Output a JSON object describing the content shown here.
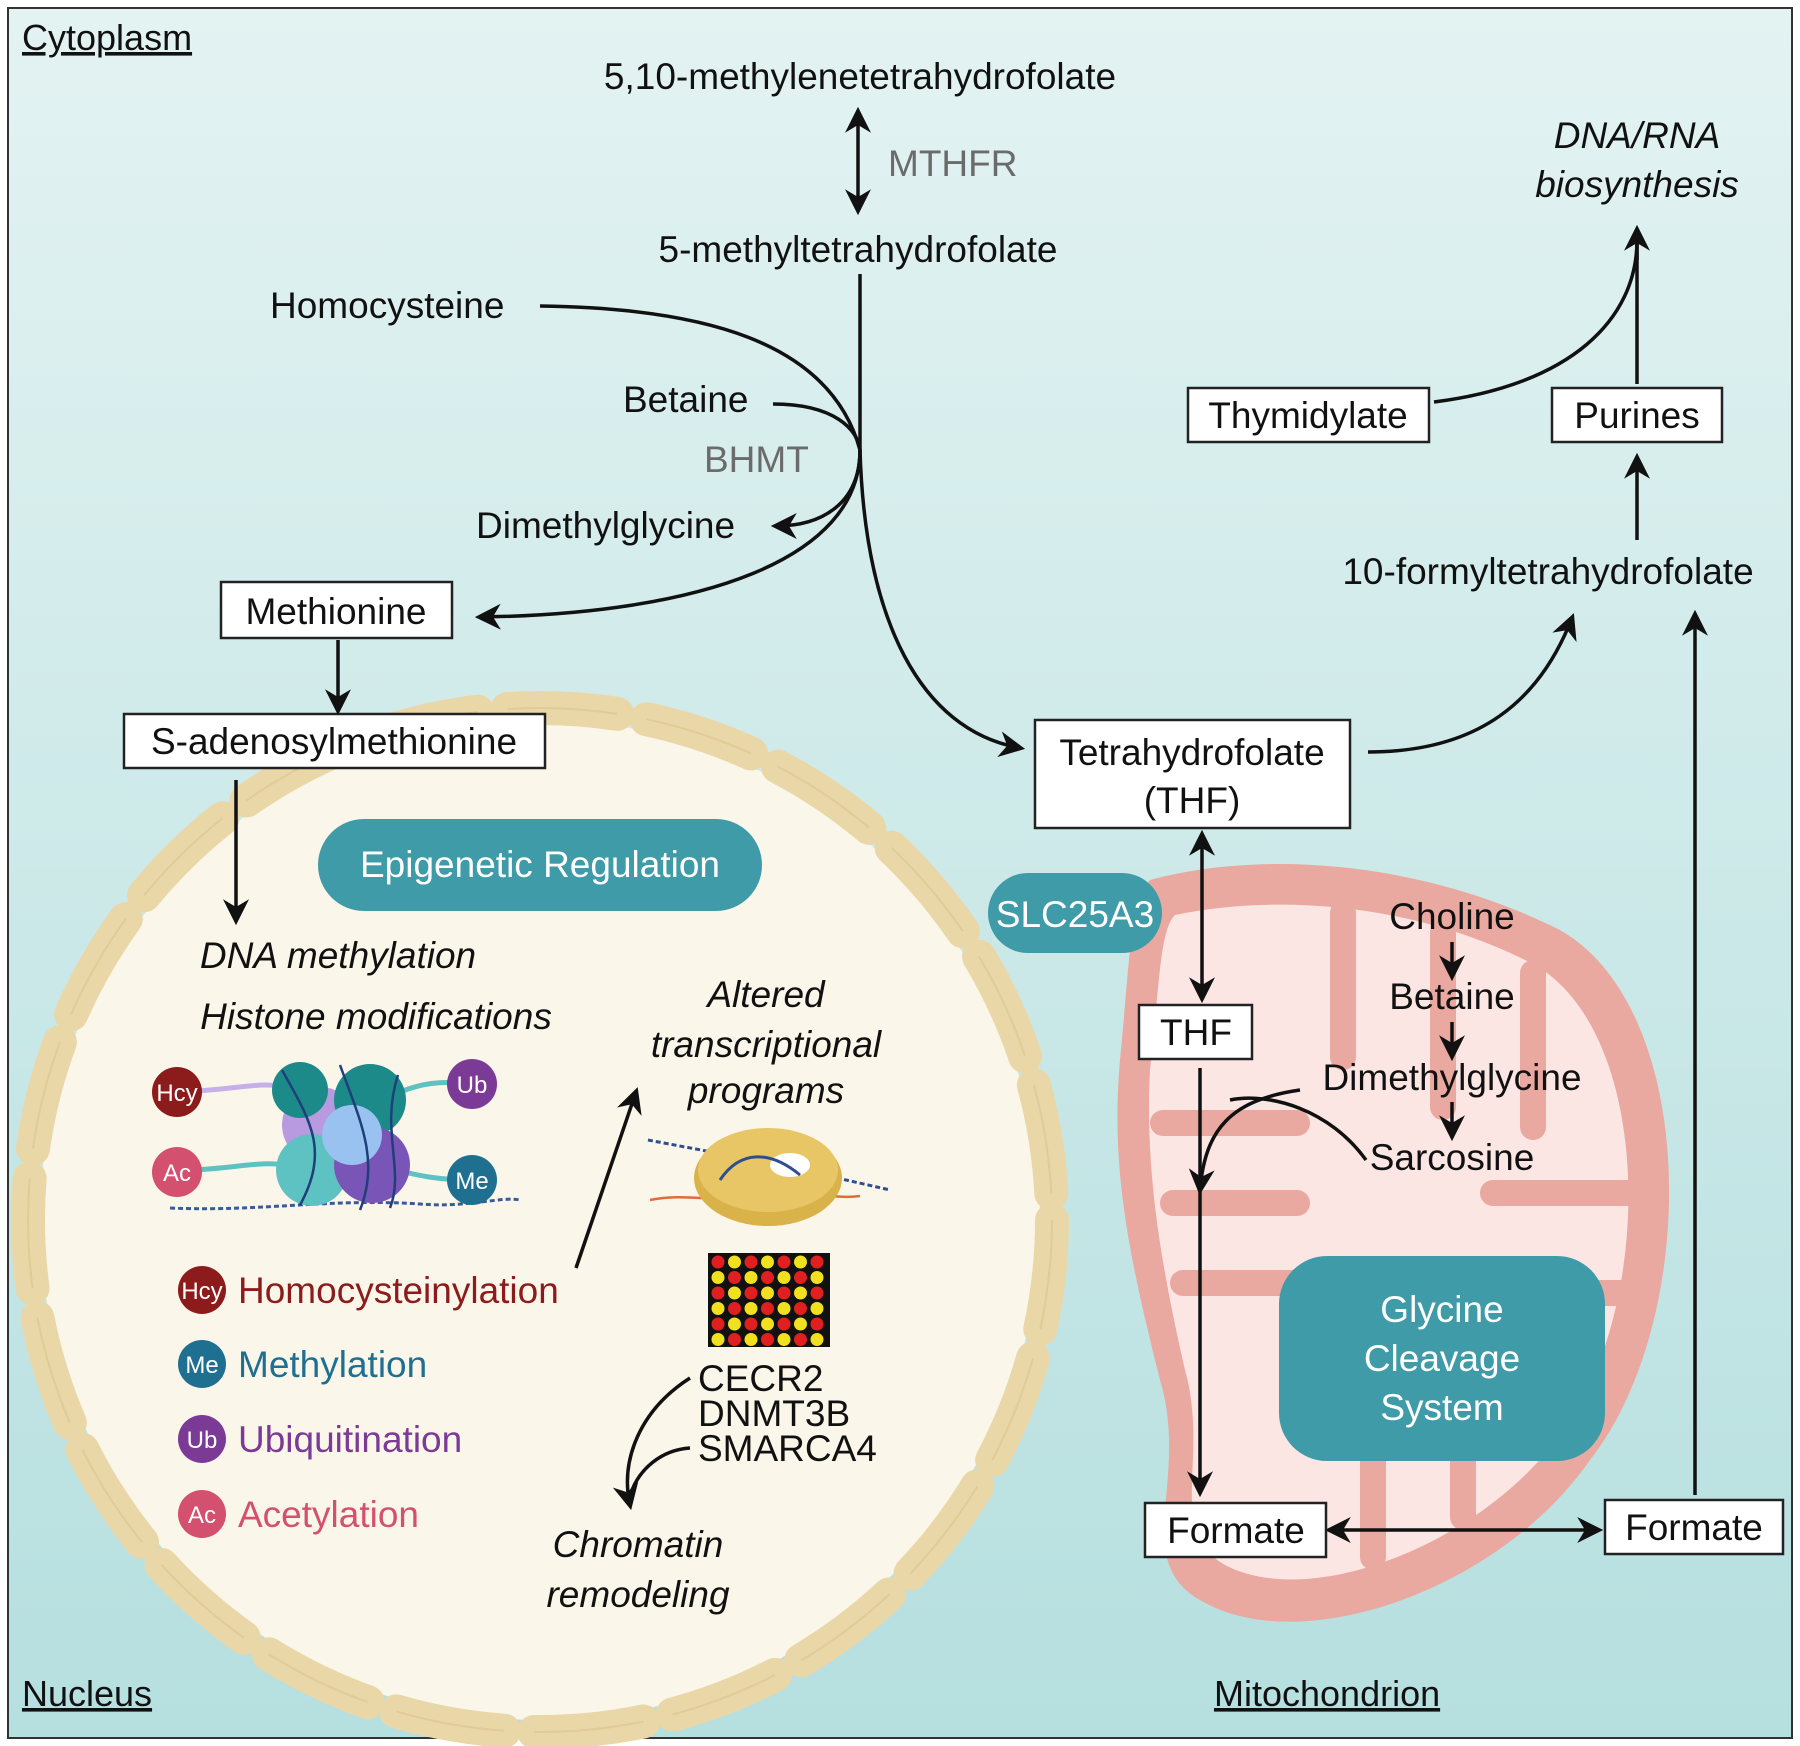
{
  "regions": {
    "cytoplasm": "Cytoplasm",
    "nucleus": "Nucleus",
    "mitochondrion": "Mitochondrion"
  },
  "cytoplasm_pathway": {
    "methylene_thf": "5,10-methylenetetrahydrofolate",
    "mthfr": "MTHFR",
    "methyl_thf": "5-methyltetrahydrofolate",
    "homocysteine": "Homocysteine",
    "betaine": "Betaine",
    "bhmt": "BHMT",
    "dimethylglycine": "Dimethylglycine",
    "methionine": "Methionine",
    "sam": "S-adenosylmethionine",
    "thf_line1": "Tetrahydrofolate",
    "thf_line2": "(THF)",
    "formyl_thf": "10-formyltetrahydrofolate",
    "thymidylate": "Thymidylate",
    "purines": "Purines",
    "dna_rna_line1": "DNA/RNA",
    "dna_rna_line2": "biosynthesis",
    "formate_cyto": "Formate"
  },
  "nucleus": {
    "epigenetic_regulation": "Epigenetic Regulation",
    "dna_methylation": "DNA methylation",
    "histone_modifications": "Histone modifications",
    "altered_line1": "Altered",
    "altered_line2": "transcriptional",
    "altered_line3": "programs",
    "genes": [
      "CECR2",
      "DNMT3B",
      "SMARCA4"
    ],
    "chromatin_line1": "Chromatin",
    "chromatin_line2": "remodeling",
    "legend": [
      {
        "badge": "Hcy",
        "label": "Homocysteinylation",
        "color": "#8c1c1c"
      },
      {
        "badge": "Me",
        "label": "Methylation",
        "color": "#1f6f91"
      },
      {
        "badge": "Ub",
        "label": "Ubiquitination",
        "color": "#7b3a96"
      },
      {
        "badge": "Ac",
        "label": "Acetylation",
        "color": "#d4506f"
      }
    ],
    "nucleosome_badges": {
      "hcy": "Hcy",
      "ub": "Ub",
      "ac": "Ac",
      "me": "Me"
    }
  },
  "mitochondrion": {
    "slc25a3": "SLC25A3",
    "thf": "THF",
    "choline": "Choline",
    "betaine": "Betaine",
    "dimethylglycine": "Dimethylglycine",
    "sarcosine": "Sarcosine",
    "gcs_line1": "Glycine",
    "gcs_line2": "Cleavage",
    "gcs_line3": "System",
    "formate": "Formate"
  },
  "colors": {
    "cytoplasm_bg_top": "#e3f3f2",
    "cytoplasm_bg_bottom": "#b6dfdf",
    "nucleus_fill": "#fbf6ea",
    "nuclear_envelope": "#ead7a8",
    "mitochondrion_outer": "#e9a9a0",
    "mitochondrion_inner": "#fbe6e4",
    "teal_pill": "#3f9ba8",
    "enzyme_gray": "#6b6b6b"
  }
}
